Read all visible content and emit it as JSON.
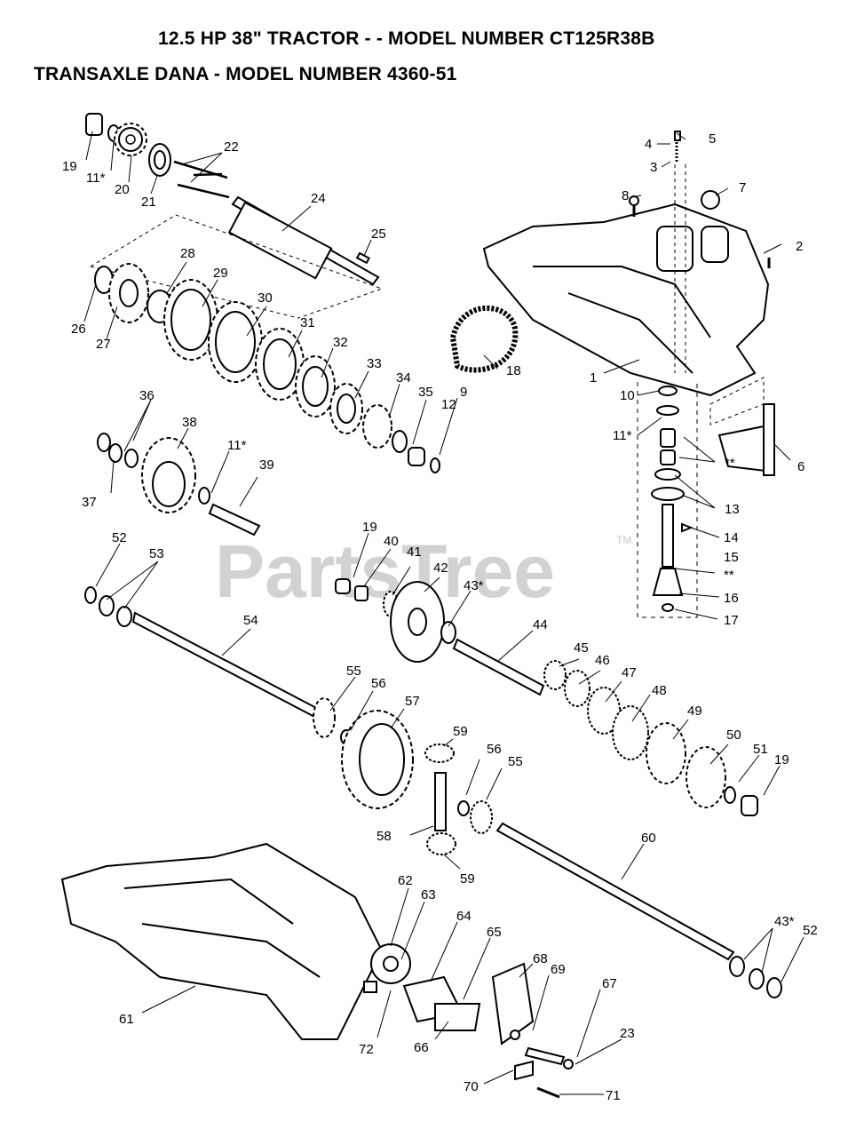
{
  "header": {
    "title_line1": "12.5 HP 38\" TRACTOR - - MODEL NUMBER CT125R38B",
    "title_line2": "TRANSAXLE DANA - MODEL NUMBER 4360-51"
  },
  "watermark": {
    "text": "PartsTree",
    "tm": "TM"
  },
  "callouts": [
    "19",
    "11*",
    "20",
    "21",
    "22",
    "24",
    "25",
    "26",
    "27",
    "28",
    "29",
    "30",
    "31",
    "32",
    "33",
    "34",
    "35",
    "12",
    "9",
    "18",
    "1",
    "2",
    "3",
    "4",
    "5",
    "7",
    "8",
    "10",
    "11*",
    "**",
    "13",
    "6",
    "14",
    "15",
    "**",
    "16",
    "17",
    "36",
    "37",
    "38",
    "11*",
    "39",
    "52",
    "53",
    "54",
    "19",
    "40",
    "41",
    "42",
    "43*",
    "44",
    "45",
    "46",
    "47",
    "48",
    "49",
    "50",
    "51",
    "19",
    "55",
    "56",
    "57",
    "59",
    "56",
    "55",
    "58",
    "59",
    "60",
    "43*",
    "52",
    "61",
    "62",
    "63",
    "64",
    "65",
    "68",
    "69",
    "67",
    "23",
    "72",
    "66",
    "70",
    "71"
  ]
}
